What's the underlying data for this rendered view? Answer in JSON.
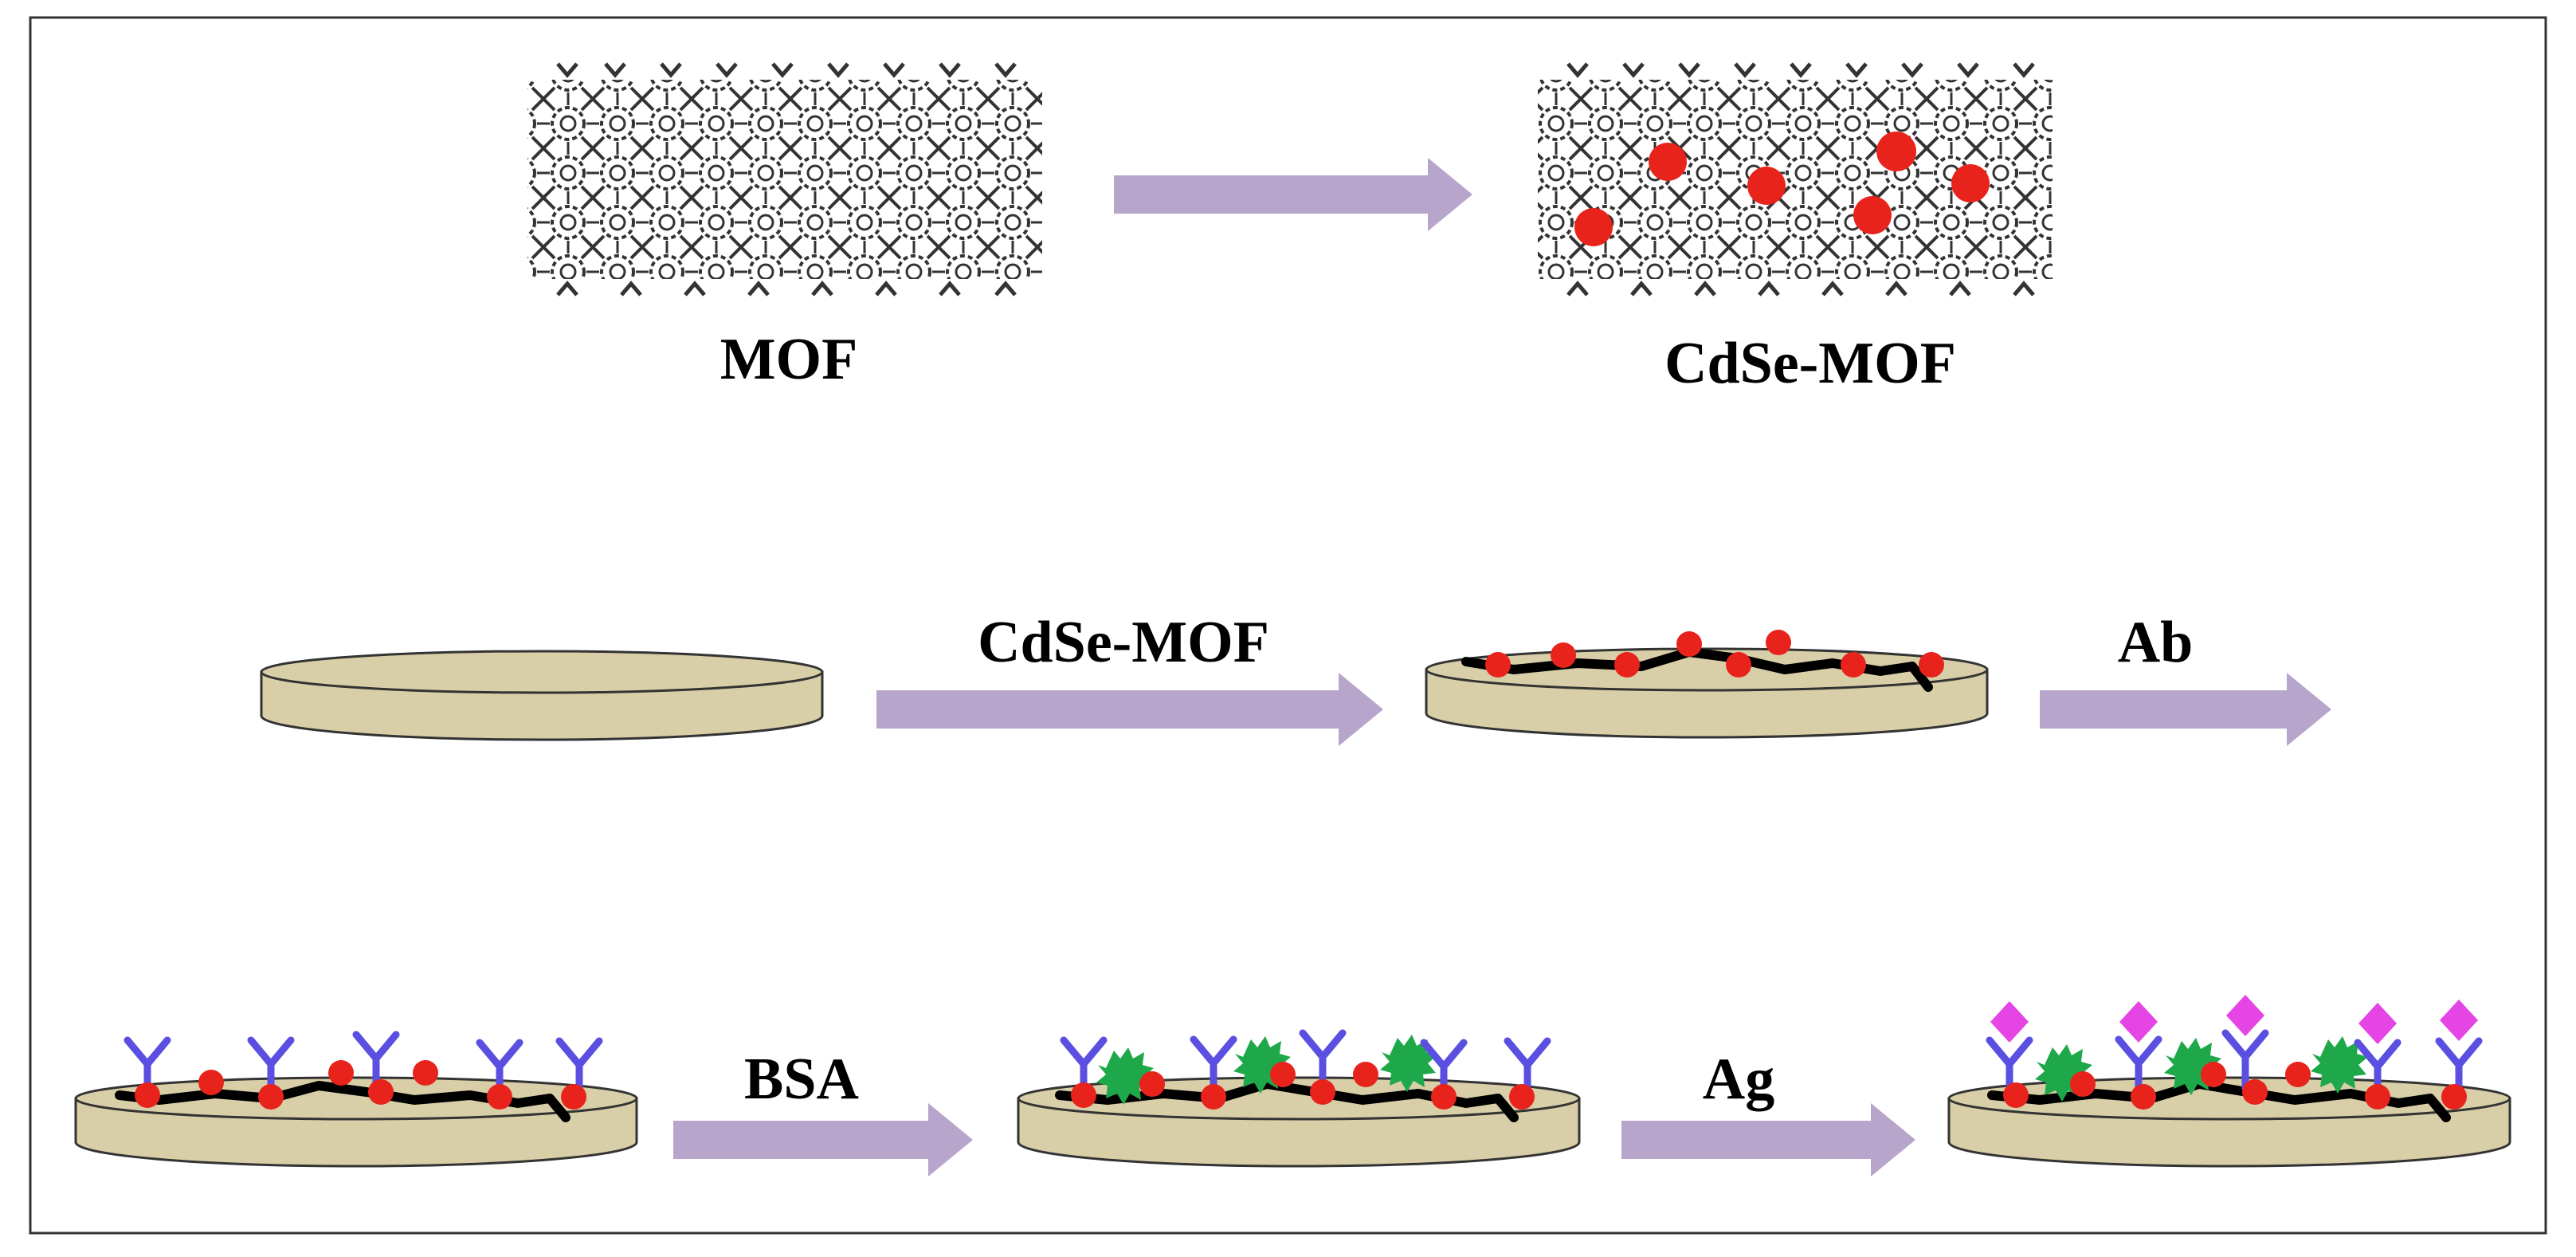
{
  "labels": {
    "mof": "MOF",
    "cdse_mof_product": "CdSe-MOF",
    "cdse_mof_step": "CdSe-MOF",
    "ab_step": "Ab",
    "bsa_step": "BSA",
    "ag_step": "Ag"
  },
  "colors": {
    "arrow": "#B8A5CC",
    "disk_fill": "#D8CFA8",
    "disk_stroke": "#333333",
    "cdse_dot": "#E8231C",
    "antibody": "#5A4FE0",
    "bsa": "#1FA84A",
    "antigen": "#E645E6",
    "mof_lattice": "#333333",
    "film": "#000000",
    "frame": "#333333"
  },
  "icons": {
    "process_arrow": "right-arrow-icon",
    "electrode": "electrode-disk-icon",
    "nanoparticle": "cdse-dot-icon",
    "antibody": "antibody-y-icon",
    "bsa": "bsa-blob-icon",
    "antigen": "antigen-diamond-icon"
  }
}
